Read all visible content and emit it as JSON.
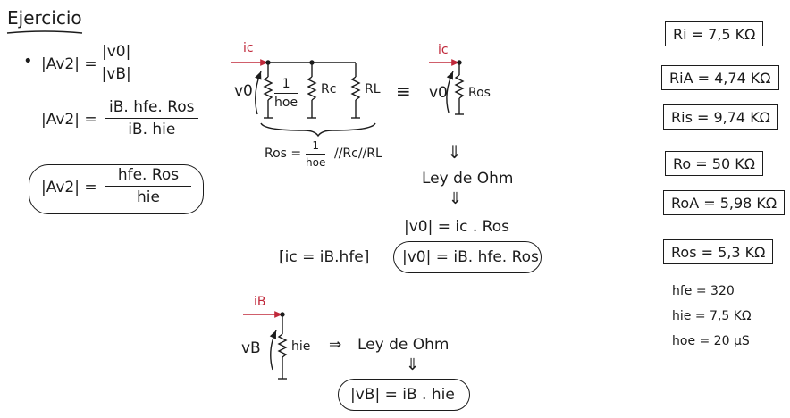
{
  "title": "Ejercicio",
  "left": {
    "bullet": "•",
    "eq1": {
      "lhs": "|Av2| =",
      "num": "|v0|",
      "den": "|vB|"
    },
    "eq2": {
      "lhs": "|Av2| =",
      "num": "iB. hfe. Ros",
      "den": "iB. hie"
    },
    "eq3": {
      "lhs": "|Av2| =",
      "num": "hfe. Ros",
      "den": "hie"
    }
  },
  "circuit1": {
    "current": "ic",
    "voltage": "v0",
    "r1_num": "1",
    "r1_den": "hoe",
    "r2": "Rc",
    "r3": "RL",
    "equiv": "≡",
    "ros_lhs": "Ros =",
    "ros_num": "1",
    "ros_den": "hoe",
    "ros_rest": "//Rc//RL"
  },
  "circuit2": {
    "current": "ic",
    "voltage": "v0",
    "resistor": "Ros"
  },
  "steps": {
    "arrow1": "⇓",
    "law1": "Ley de Ohm",
    "arrow2": "⇓",
    "vo1": "|v0| = ic . Ros",
    "ic_rel": "[ic = iB.hfe]",
    "vo2": "|v0| = iB. hfe. Ros"
  },
  "circuit3": {
    "current": "iB",
    "voltage": "vB",
    "resistor": "hie",
    "arrow": "⇒",
    "law": "Ley de Ohm",
    "arrow_down": "⇓",
    "result": "|vB| = iB . hie"
  },
  "results": {
    "boxed": [
      "Ri = 7,5 KΩ",
      "RiA = 4,74 KΩ",
      "Ris = 9,74 KΩ",
      "Ro = 50 KΩ",
      "RoA = 5,98 KΩ",
      "Ros = 5,3 KΩ"
    ],
    "params": [
      "hfe = 320",
      "hie = 7,5 KΩ",
      "hoe = 20 μS"
    ]
  },
  "colors": {
    "ink": "#1c1c1c",
    "current_red": "#c0283a"
  }
}
